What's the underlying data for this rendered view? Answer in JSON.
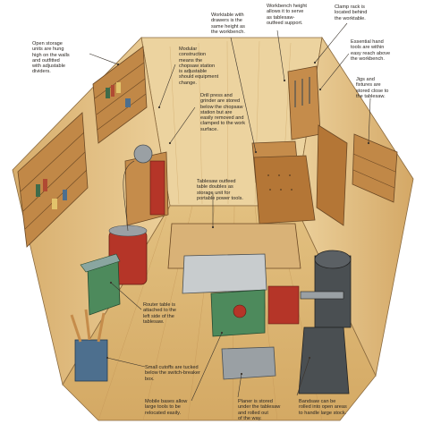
{
  "callouts": {
    "open_storage": "Open storage\nunits are hung\nhigh on the walls\nand outfitted\nwith adjustable\ndividers.",
    "modular": "Modular\nconstruction\nmeans the\nchopsaw station\nis adjustable\nshould equipment\nchange.",
    "worktable": "Worktable with\ndrawers is the\nsame height as\nthe workbench.",
    "workbench": "Workbench height\nallows it to serve\nas tablesaw-\noutfeed support.",
    "clamp_rack": "Clamp rack is\nlocated behind\nthe worktable.",
    "hand_tools": "Essential hand\ntools are within\neasy reach above\nthe workbench.",
    "drill_press": "Drill press and\ngrinder are stored\nbelow the chopsaw\nstation but are\neasily removed and\nclamped to the work\nsurface.",
    "jigs": "Jigs and\nfixtures are\nstored close to\nthe tablesaw.",
    "outfeed": "Tablesaw outfeed\ntable doubles as\nstorage unit for\nportable power tools.",
    "router": "Router table is\nattached to the\nleft side of the\ntablesaw.",
    "cutoffs": "Small cutoffs are tucked\nbelow the switch-breaker\nbox.",
    "mobile": "Mobile bases allow\nlarge tools to be\nrelocated easily.",
    "planer": "Planer is stored\nunder the tablesaw\nand rolled out\nof the way.",
    "bandsaw": "Bandsaw can be\nrolled into open areas\nto handle large stock."
  },
  "colors": {
    "floor": "#dcb572",
    "wall": "#e7c88f",
    "wall_shade": "#cfa567",
    "wood_dark": "#a06a32",
    "machine_green": "#4d8a5c",
    "machine_red": "#b53528",
    "steel": "#9aa0a4"
  }
}
